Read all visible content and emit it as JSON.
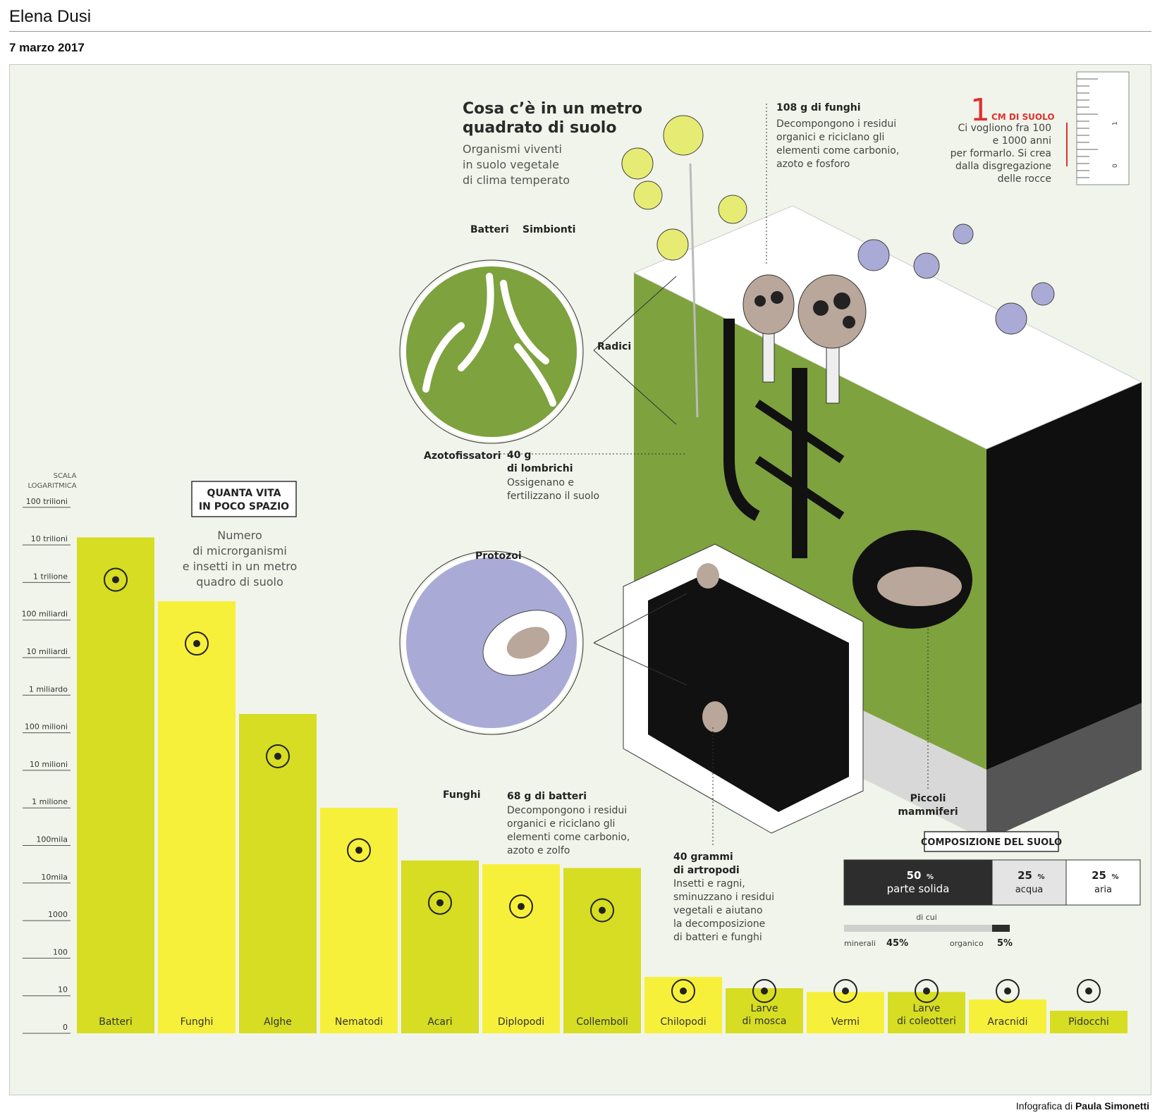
{
  "author": "Elena Dusi",
  "date": "7 marzo 2017",
  "credit": {
    "prefix": "Infografica di ",
    "name": "Paula Simonetti"
  },
  "infographic": {
    "title_lines": [
      "Cosa c’è in un metro",
      "quadrato di suolo"
    ],
    "subtitle_lines": [
      "Organismi viventi",
      "in suolo vegetale",
      "di clima temperato"
    ],
    "funghi_note": {
      "heading": "108 g di funghi",
      "lines": [
        "Decompongono i residui",
        "organici e riciclano gli",
        "elementi come carbonio,",
        "azoto e fosforo"
      ]
    },
    "ruler_note": {
      "number": "1",
      "unit": "CM DI SUOLO",
      "lines": [
        "Ci vogliono fra 100",
        "e 1000 anni",
        "per formarlo. Si crea",
        "dalla disgregazione",
        "delle rocce"
      ],
      "tick_top": "1",
      "tick_bottom": "0"
    },
    "circle1_labels": {
      "batteri": "Batteri",
      "simbionti": "Simbionti",
      "radici": "Radici",
      "azotofissatori": "Azotofissatori"
    },
    "lombrichi_note": {
      "heading_lines": [
        "40 g",
        "di lombrichi"
      ],
      "lines": [
        "Ossigenano e",
        "fertilizzano il suolo"
      ]
    },
    "circle2_labels": {
      "protozoi": "Protozoi",
      "funghi": "Funghi"
    },
    "batteri_note": {
      "heading": "68 g di batteri",
      "lines": [
        "Decompongono i residui",
        "organici e riciclano gli",
        "elementi come carbonio,",
        "azoto e zolfo"
      ]
    },
    "artropodi_note": {
      "heading_lines": [
        "40 grammi",
        "di artropodi"
      ],
      "lines": [
        "Insetti e ragni,",
        "sminuzzano i residui",
        "vegetali e aiutano",
        "la decomposizione",
        "di batteri e funghi"
      ]
    },
    "mammiferi_label": [
      "Piccoli",
      "mammiferi"
    ]
  },
  "composition": {
    "title": "COMPOSIZIONE DEL SUOLO",
    "parts": [
      {
        "value": "50",
        "unit": "%",
        "label": "parte solida",
        "color": "#2d2d2d",
        "share": 0.5
      },
      {
        "value": "25",
        "unit": "%",
        "label": "acqua",
        "color": "#e4e4e4",
        "share": 0.25
      },
      {
        "value": "25",
        "unit": "%",
        "label": "aria",
        "color": "#ffffff",
        "share": 0.25
      }
    ],
    "di_cui": "di cui",
    "sub": [
      {
        "label": "minerali",
        "value": "45%"
      },
      {
        "label": "organico",
        "value": "5%"
      }
    ]
  },
  "chart_data": {
    "type": "bar",
    "title_lines": [
      "QUANTA VITA",
      "IN POCO SPAZIO"
    ],
    "subtitle_lines": [
      "Numero",
      "di microrganismi",
      "e insetti in un metro",
      "quadro di suolo"
    ],
    "scale_label_lines": [
      "SCALA",
      "LOGARITMICA"
    ],
    "log_scale": true,
    "y_tick_labels": [
      "0",
      "10",
      "100",
      "1000",
      "10mila",
      "100mila",
      "1 milione",
      "10 milioni",
      "100 milioni",
      "1 miliardo",
      "10 miliardi",
      "100 miliardi",
      "1 trilione",
      "10 trilioni",
      "100 trilioni"
    ],
    "categories": [
      [
        "Batteri"
      ],
      [
        "Funghi"
      ],
      [
        "Alghe"
      ],
      [
        "Nematodi"
      ],
      [
        "Acari"
      ],
      [
        "Diplopodi"
      ],
      [
        "Collemboli"
      ],
      [
        "Chilopodi"
      ],
      [
        "Larve",
        "di mosca"
      ],
      [
        "Vermi"
      ],
      [
        "Larve",
        "di coleotteri"
      ],
      [
        "Aracnidi"
      ],
      [
        "Pidocchi"
      ]
    ],
    "values_log10": [
      13.2,
      11.5,
      8.5,
      6.0,
      4.6,
      4.5,
      4.4,
      1.5,
      1.2,
      1.1,
      1.1,
      0.9,
      0.6
    ],
    "colors": [
      "#d6dd22",
      "#f7f03a"
    ]
  }
}
